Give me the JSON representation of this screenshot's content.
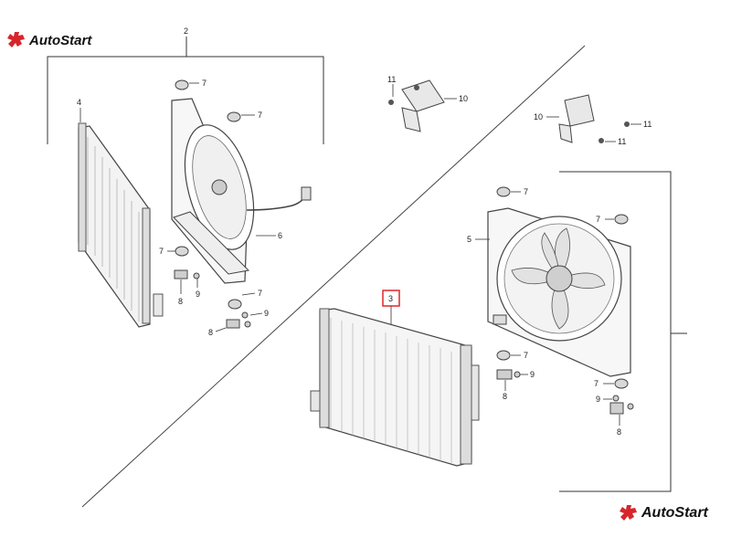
{
  "brand": {
    "name": "AutoStart",
    "accent": "#d7262b"
  },
  "callouts": {
    "c2": "2",
    "c3": "3",
    "c4": "4",
    "c5": "5",
    "c6": "6",
    "c7": "7",
    "c8": "8",
    "c9": "9",
    "c10": "10",
    "c11": "11"
  },
  "highlight_color": "#e0262b",
  "icons": [
    "autostart-logo-icon"
  ]
}
